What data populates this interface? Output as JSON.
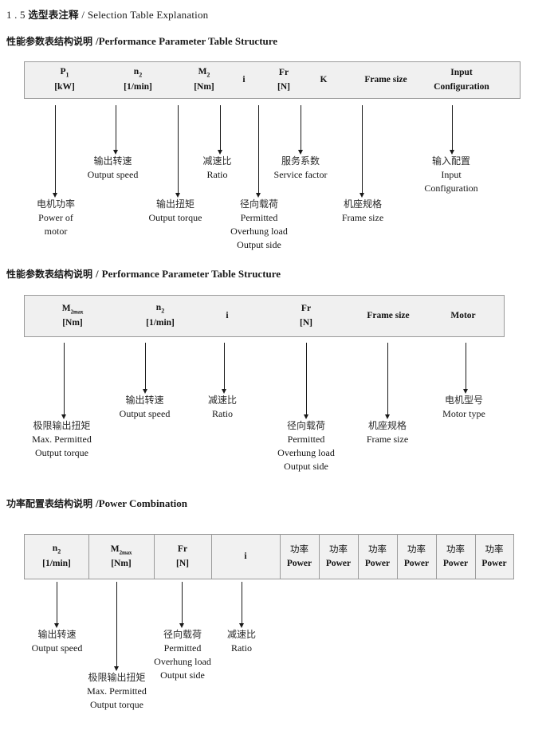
{
  "document": {
    "section_number": "1 . 5",
    "section_title_cn": "选型表注释",
    "section_separator": "/",
    "section_title_en": "Selection Table Explanation"
  },
  "sections": [
    {
      "id": "performance-parameter-1",
      "heading_cn": "性能参数表结构说明",
      "heading_sep": "/",
      "heading_en": "Performance Parameter Table Structure",
      "table": {
        "style": "plain",
        "columns": [
          {
            "symbol": "P",
            "sub": "1",
            "unit": "[kW]"
          },
          {
            "symbol": "n",
            "sub": "2",
            "unit": "[1/min]"
          },
          {
            "symbol": "M",
            "sub": "2",
            "unit": "[Nm]"
          },
          {
            "symbol": "i",
            "sub": "",
            "unit": ""
          },
          {
            "symbol": "Fr",
            "sub": "",
            "unit": "[N]"
          },
          {
            "symbol": "K",
            "sub": "",
            "unit": ""
          },
          {
            "symbol": "Frame size",
            "sub": "",
            "unit": ""
          },
          {
            "symbol": "Input",
            "sub": "",
            "unit": "Configuration"
          }
        ]
      },
      "annotations": [
        {
          "cn": "电机功率",
          "en": [
            "Power of",
            "motor"
          ]
        },
        {
          "cn": "输出转速",
          "en": [
            "Output speed"
          ]
        },
        {
          "cn": "输出扭矩",
          "en": [
            "Output torque"
          ]
        },
        {
          "cn": "减速比",
          "en": [
            "Ratio"
          ]
        },
        {
          "cn": "径向载荷",
          "en": [
            "Permitted",
            "Overhung load",
            "Output side"
          ]
        },
        {
          "cn": "服务系数",
          "en": [
            "Service factor"
          ]
        },
        {
          "cn": "机座规格",
          "en": [
            "Frame size"
          ]
        },
        {
          "cn": "输入配置",
          "en": [
            "Input",
            "Configuration"
          ]
        }
      ]
    },
    {
      "id": "performance-parameter-2",
      "heading_cn": "性能参数表结构说明",
      "heading_sep": "/",
      "heading_en": "Performance Parameter Table Structure",
      "table": {
        "style": "plain",
        "columns": [
          {
            "symbol": "M",
            "sub": "2max",
            "unit": "[Nm]"
          },
          {
            "symbol": "n",
            "sub": "2",
            "unit": "[1/min]"
          },
          {
            "symbol": "i",
            "sub": "",
            "unit": ""
          },
          {
            "symbol": "Fr",
            "sub": "",
            "unit": "[N]"
          },
          {
            "symbol": "Frame size",
            "sub": "",
            "unit": ""
          },
          {
            "symbol": "Motor",
            "sub": "",
            "unit": ""
          }
        ]
      },
      "annotations": [
        {
          "cn": "极限输出扭矩",
          "en": [
            "Max. Permitted",
            "Output   torque"
          ]
        },
        {
          "cn": "输出转速",
          "en": [
            "Output speed"
          ]
        },
        {
          "cn": "减速比",
          "en": [
            "Ratio"
          ]
        },
        {
          "cn": "径向载荷",
          "en": [
            "Permitted",
            "Overhung load",
            "Output side"
          ]
        },
        {
          "cn": "机座规格",
          "en": [
            "Frame size"
          ]
        },
        {
          "cn": "电机型号",
          "en": [
            "Motor type"
          ]
        }
      ]
    },
    {
      "id": "power-combination",
      "heading_cn": "功率配置表结构说明",
      "heading_sep": "/",
      "heading_en": "Power Combination",
      "table": {
        "style": "grid",
        "columns": [
          {
            "symbol": "n",
            "sub": "2",
            "unit": "[1/min]"
          },
          {
            "symbol": "M",
            "sub": "2max",
            "unit": "[Nm]"
          },
          {
            "symbol": "Fr",
            "sub": "",
            "unit": "[N]"
          },
          {
            "symbol": "i",
            "sub": "",
            "unit": ""
          },
          {
            "symbol": "功率",
            "sub": "",
            "unit": "Power"
          },
          {
            "symbol": "功率",
            "sub": "",
            "unit": "Power"
          },
          {
            "symbol": "功率",
            "sub": "",
            "unit": "Power"
          },
          {
            "symbol": "功率",
            "sub": "",
            "unit": "Power"
          },
          {
            "symbol": "功率",
            "sub": "",
            "unit": "Power"
          },
          {
            "symbol": "功率",
            "sub": "",
            "unit": "Power"
          }
        ]
      },
      "annotations": [
        {
          "cn": "输出转速",
          "en": [
            "Output speed"
          ]
        },
        {
          "cn": "极限输出扭矩",
          "en": [
            "Max. Permitted",
            "Output   torque"
          ]
        },
        {
          "cn": "径向载荷",
          "en": [
            "Permitted",
            "Overhung load",
            "Output side"
          ]
        },
        {
          "cn": "减速比",
          "en": [
            "Ratio"
          ]
        }
      ]
    }
  ],
  "colors": {
    "table_fill": "#f0f0f0",
    "table_border": "#9a9a9a",
    "text": "#1a1a1a"
  }
}
